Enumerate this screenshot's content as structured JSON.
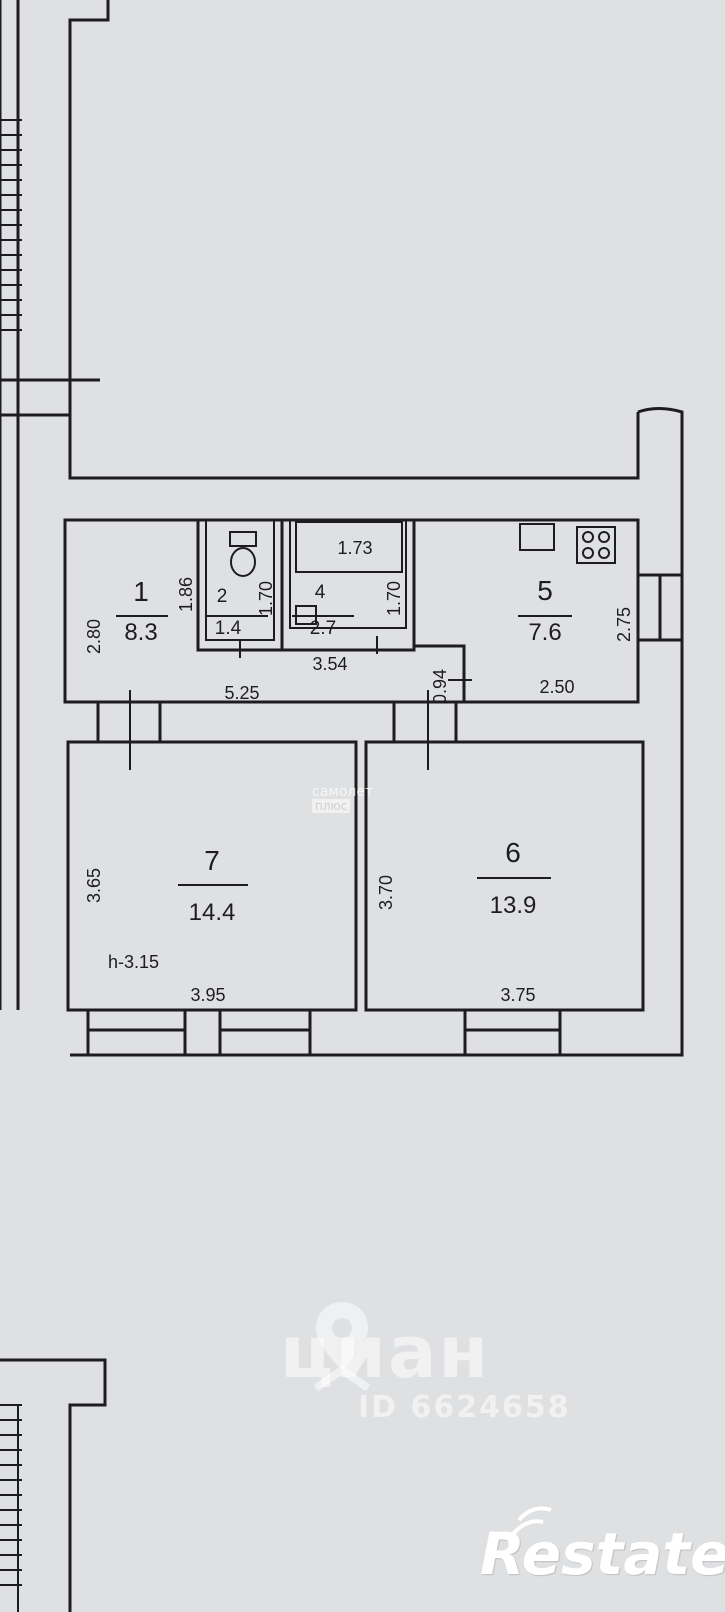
{
  "rooms": [
    {
      "number": "1",
      "area": "8.3"
    },
    {
      "number": "2",
      "area": "1.4"
    },
    {
      "number": "4",
      "area": "2.7"
    },
    {
      "number": "5",
      "area": "7.6"
    },
    {
      "number": "7",
      "area": "14.4"
    },
    {
      "number": "6",
      "area": "13.9"
    }
  ],
  "dimensions": {
    "d186": "1.86",
    "d280": "2.80",
    "d170a": "1.70",
    "d173": "1.73",
    "d170b": "1.70",
    "d275": "2.75",
    "d354": "3.54",
    "d525": "5.25",
    "d094": "0.94",
    "d250": "2.50",
    "d365": "3.65",
    "d370": "3.70",
    "d395": "3.95",
    "d375": "3.75"
  },
  "ceiling_height": "h-3.15",
  "watermarks": {
    "samolet_top": "самолет",
    "samolet_bottom": "плюс",
    "cian": "циан",
    "cian_id": "ID 6624658",
    "restate": "Restate"
  },
  "colors": {
    "paper": "#dfe0e2",
    "line": "#1d1d1f"
  }
}
